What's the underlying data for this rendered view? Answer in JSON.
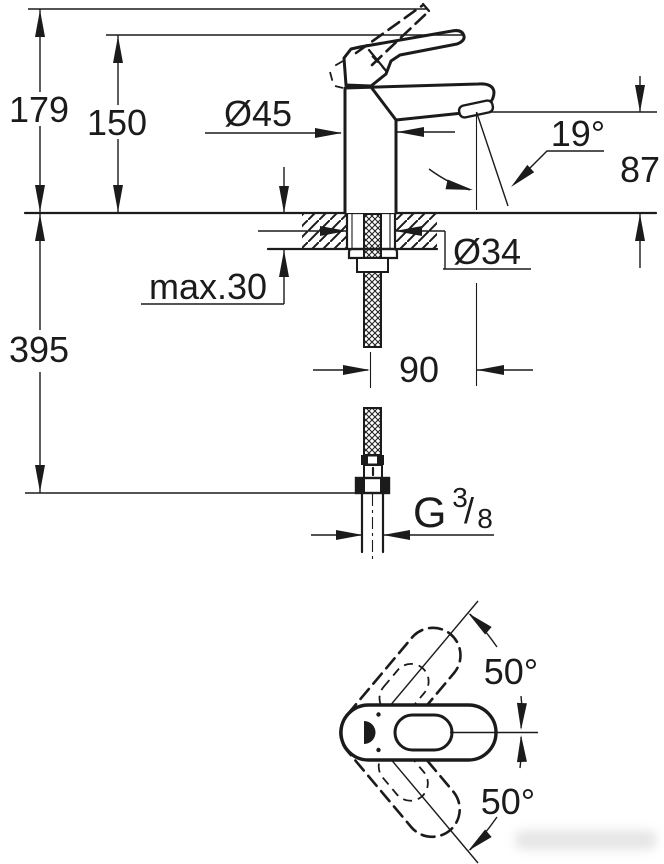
{
  "drawing": {
    "kind": "technical dimension drawing, single-lever basin mixer tap",
    "ink_color": "#1b1b1b",
    "background_color": "#ffffff"
  },
  "side_view": {
    "dimensions": {
      "overall_height_lever_raised": "179",
      "overall_height": "150",
      "body_diameter": "Ø45",
      "spout_angle": "19°",
      "spout_outlet_height": "87",
      "mounting_hole_diameter": "Ø34",
      "max_deck_thickness": "max.30",
      "hose_length": "395",
      "spout_reach": "90",
      "thread": {
        "prefix": "G",
        "numerator": "3",
        "slash": "/",
        "denominator": "8"
      }
    }
  },
  "top_view": {
    "swivel_angle_upper": "50°",
    "swivel_angle_lower": "50°"
  }
}
